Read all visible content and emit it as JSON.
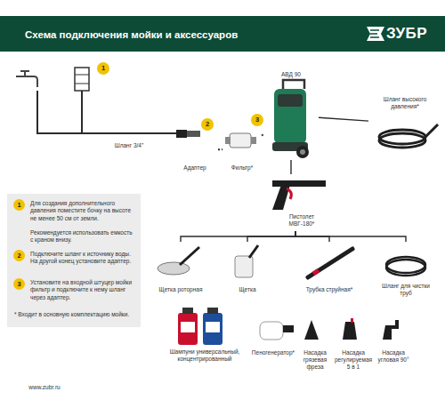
{
  "diagram": {
    "title": "Схема подключения мойки и аксессуаров",
    "nodes": [
      {
        "text": [
          "Адаптер"
        ]
      },
      {
        "text": [
          "Фильтр*"
        ]
      },
      {
        "text": [
          "АВД 90"
        ]
      },
      {
        "text": [
          "Шланг высокого давления*"
        ]
      },
      {
        "text": [
          "Пистолет МВГ-180*"
        ]
      },
      {
        "text": [
          "Щетка роторная"
        ]
      },
      {
        "text": [
          "Щетка"
        ]
      },
      {
        "text": [
          "Трубка струйная*"
        ]
      },
      {
        "text": [
          "Шланг для чистки труб"
        ]
      },
      {
        "text": [
          "Для создания дополнительного давления поместите бочку на высоте не менее 50 см от земли.",
          "Рекомендуется использовать емкость с краном внизу.",
          "Подключите шланг к источнику воды. На другой конец установите адаптер.",
          "Установите на входной штуцер мойки фильтр и подключите к нему шланг через адаптер.",
          "* Входит в основную комплектацию мойки."
        ]
      },
      {
        "text": [
          "1"
        ],
        "in": 9
      },
      {
        "text": [
          "2"
        ],
        "in": 9
      },
      {
        "text": [
          "3"
        ],
        "in": 9
      },
      {
        "text": [
          "1"
        ]
      },
      {
        "text": [
          "2"
        ]
      },
      {
        "text": [
          "3"
        ]
      }
    ],
    "edges": [
      {
        "from": 0,
        "to": 1,
        "arrow": "none"
      },
      {
        "from": 1,
        "to": 2,
        "arrow": "none"
      },
      {
        "from": 2,
        "to": 3,
        "arrow": "none"
      },
      {
        "from": 2,
        "to": 4,
        "arrow": "none"
      },
      {
        "from": 4,
        "to": 5,
        "arrow": "none"
      },
      {
        "from": 4,
        "to": 6,
        "arrow": "none"
      },
      {
        "from": 4,
        "to": 7,
        "arrow": "none"
      },
      {
        "from": 4,
        "to": 8,
        "arrow": "none"
      }
    ],
    "labels": [
      "ЗУБР",
      "Шланг 3/4\"",
      "Шампуни универсальный, концентрированный",
      "Пеногенератор*",
      "Насадка грязевая фреза",
      "Насадка регулируемая 5 в 1",
      "Насадка угловая 90°",
      "www.zubr.ru"
    ]
  }
}
